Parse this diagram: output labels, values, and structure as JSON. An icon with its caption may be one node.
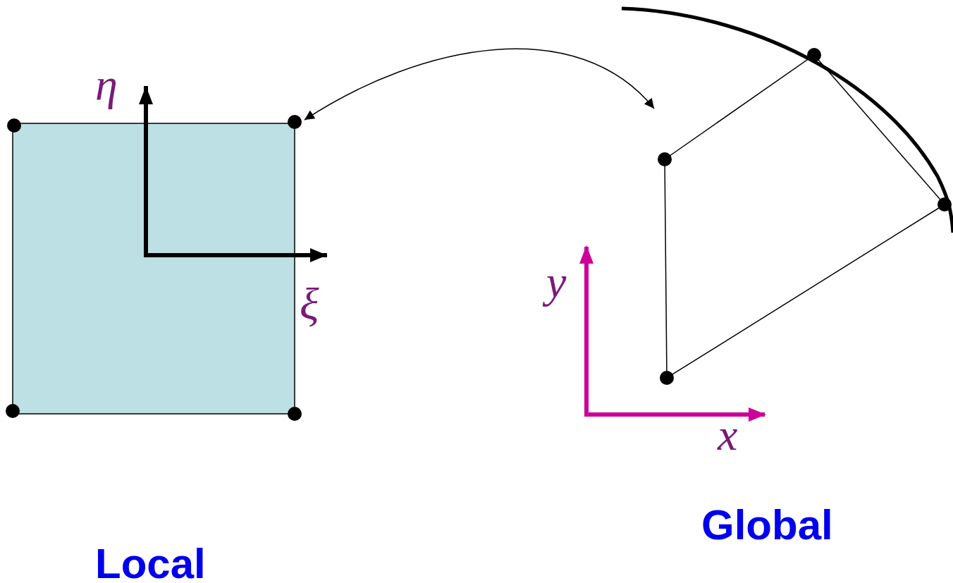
{
  "diagram": {
    "nodes": [
      {
        "text": [],
        "shape": "box"
      },
      {
        "text": [],
        "shape": "box"
      }
    ],
    "edges": [
      {
        "from": 0,
        "to": 1,
        "arrow": "both"
      }
    ],
    "labels": [
      "η",
      "y",
      "ξ",
      "x",
      "Global",
      "Local"
    ]
  }
}
